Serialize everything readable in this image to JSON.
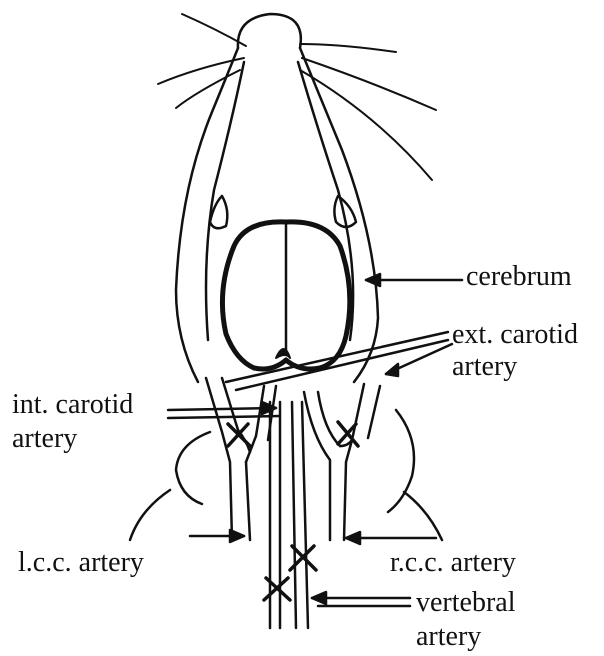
{
  "labels": {
    "cerebrum": "cerebrum",
    "ext_carotid_line1": "ext. carotid",
    "ext_carotid_line2": "artery",
    "int_carotid_line1": "int. carotid",
    "int_carotid_line2": "artery",
    "lcc": "l.c.c. artery",
    "rcc": "r.c.c. artery",
    "vertebral_line1": "vertebral",
    "vertebral_line2": "artery"
  },
  "colors": {
    "ink": "#111111",
    "paper": "#ffffff"
  }
}
